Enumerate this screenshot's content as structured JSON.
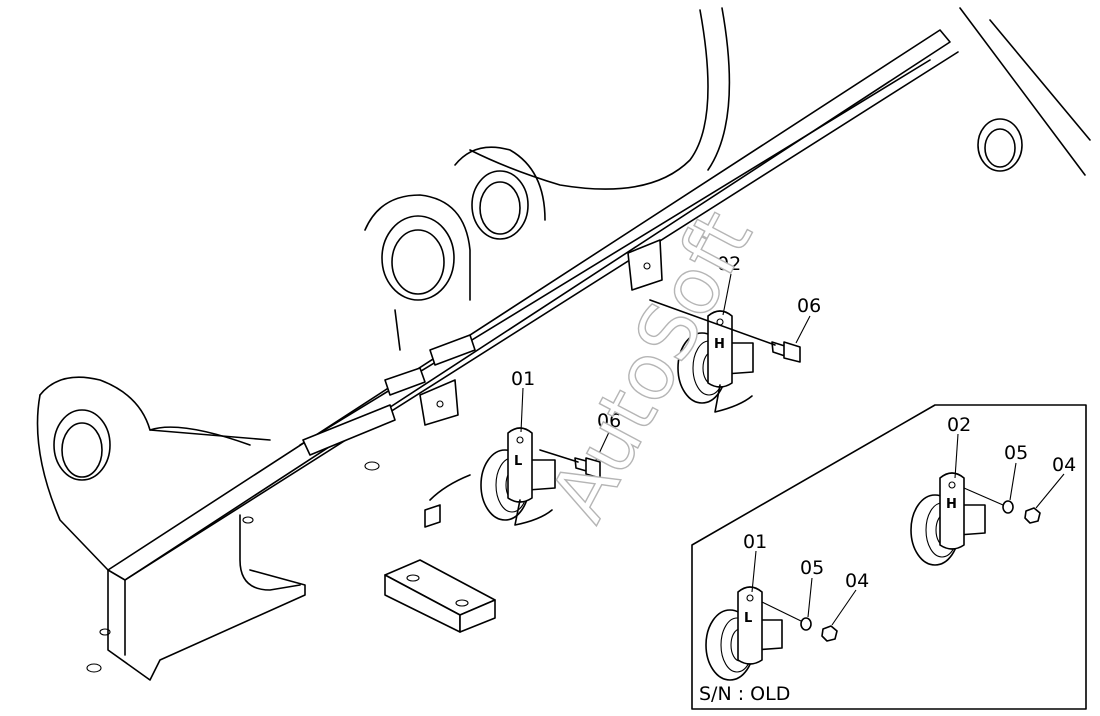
{
  "watermark": "AutoSoft",
  "callouts": {
    "main_horn_low": "01",
    "main_horn_high": "02",
    "main_bolt_low": "06",
    "main_bolt_high": "06",
    "inset_horn_low": "01",
    "inset_horn_high": "02",
    "inset_washer_low": "05",
    "inset_washer_high": "05",
    "inset_nut_low": "04",
    "inset_nut_high": "04"
  },
  "horn_tags": {
    "low": "L",
    "high": "H"
  },
  "inset": {
    "serial_label": "S/N : OLD"
  }
}
